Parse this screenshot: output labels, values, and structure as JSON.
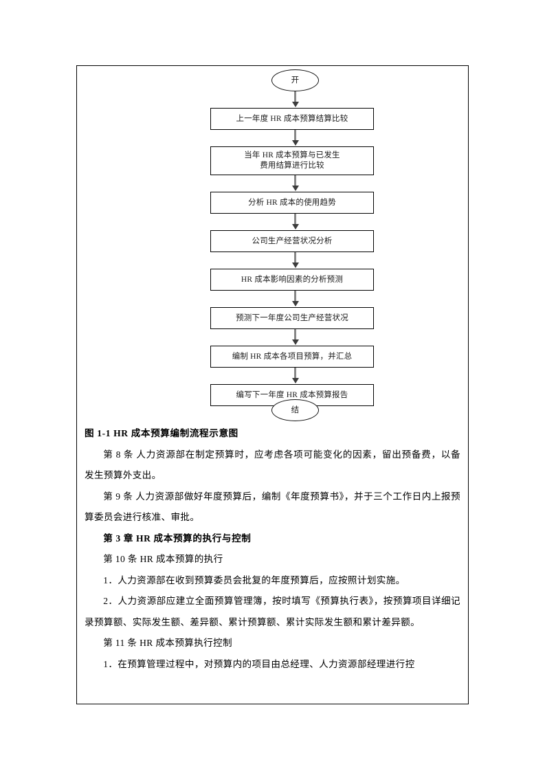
{
  "document": {
    "figure": {
      "caption": "图 1-1   HR 成本预算编制流程示意图",
      "flowchart": {
        "start_label": "开",
        "end_label": "结",
        "steps": [
          "上一年度 HR 成本预算结算比较",
          "当年 HR 成本预算与已发生\n费用结算进行比较",
          "分析 HR 成本的使用趋势",
          "公司生产经营状况分析",
          "HR 成本影响因素的分析预测",
          "预测下一年度公司生产经营状况",
          "编制 HR 成本各项目预算，并汇总",
          "编写下一年度 HR 成本预算报告"
        ]
      }
    },
    "paragraphs": [
      {
        "id": "article-8",
        "style": "indent",
        "text": "第 8 条   人力资源部在制定预算时，应考虑各项可能变化的因素，留出预备费，以备发生预算外支出。"
      },
      {
        "id": "article-9",
        "style": "indent",
        "text": "第 9 条   人力资源部做好年度预算后，编制《年度预算书》，并于三个工作日内上报预算委员会进行核准、审批。"
      },
      {
        "id": "chapter-3-heading",
        "style": "heading",
        "text": "第 3 章   HR 成本预算的执行与控制"
      },
      {
        "id": "article-10",
        "style": "indent",
        "text": "第 10 条   HR 成本预算的执行"
      },
      {
        "id": "article-10-item-1",
        "style": "indent",
        "text": "1．人力资源部在收到预算委员会批复的年度预算后，应按照计划实施。"
      },
      {
        "id": "article-10-item-2",
        "style": "indent",
        "text": "2．人力资源部应建立全面预算管理簿，按时填写《预算执行表》，按预算项目详细记录预算额、实际发生额、差异额、累计预算额、累计实际发生额和累计差异额。"
      },
      {
        "id": "article-11",
        "style": "indent",
        "text": "第 11 条   HR 成本预算执行控制"
      },
      {
        "id": "article-11-item-1",
        "style": "indent",
        "text": "1．在预算管理过程中，对预算内的项目由总经理、人力资源部经理进行控"
      }
    ]
  },
  "colors": {
    "frame_border": "#000000",
    "box_border": "#000000",
    "arrow_shaft": "#878787",
    "arrow_head": "#3c3c3c",
    "text": "#000000"
  }
}
